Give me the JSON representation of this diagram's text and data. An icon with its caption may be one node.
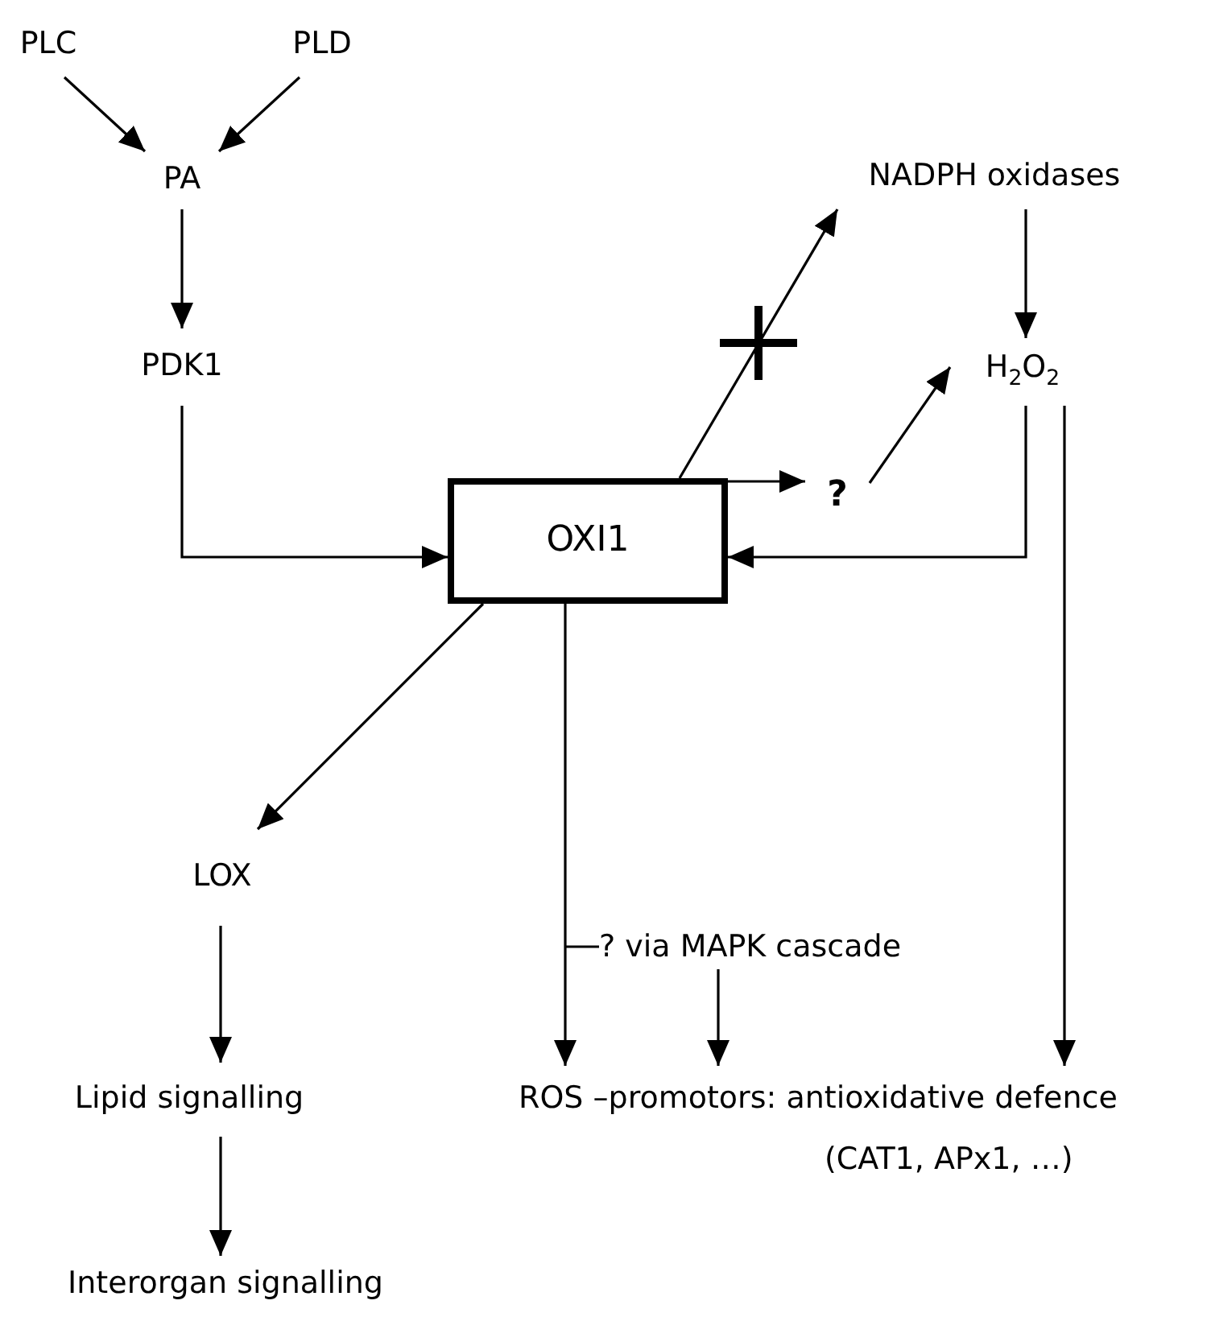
{
  "diagram": {
    "nodes": [
      {
        "text": [
          "PLC"
        ]
      },
      {
        "text": [
          "PLD"
        ]
      },
      {
        "text": [
          "PA"
        ]
      },
      {
        "text": [
          "NADPH oxidases"
        ]
      },
      {
        "text": [
          "PDK1"
        ]
      },
      {
        "text": [
          "H$_{2}$O$_{2}$"
        ]
      },
      {
        "text": [
          "?"
        ]
      },
      {
        "text": [
          "OXI1"
        ]
      },
      {
        "text": [
          "LOX"
        ]
      },
      {
        "text": [
          "? via MAPK cascade"
        ]
      },
      {
        "text": [
          "Lipid signalling"
        ]
      },
      {
        "text": [
          "ROS –promotors: antioxidative defence",
          "(CAT1, APx1, …)"
        ]
      },
      {
        "text": [
          "Interorgan signalling"
        ]
      }
    ],
    "edges": [
      {
        "from": 0,
        "to": 2,
        "arrow": "to"
      },
      {
        "from": 1,
        "to": 2,
        "arrow": "to"
      },
      {
        "from": 2,
        "to": 4,
        "arrow": "to"
      },
      {
        "from": 4,
        "to": 7,
        "arrow": "to"
      },
      {
        "from": 7,
        "to": 3,
        "arrow": "to"
      },
      {
        "from": 3,
        "to": 5,
        "arrow": "to"
      },
      {
        "from": 7,
        "to": 6,
        "arrow": "to"
      },
      {
        "from": 6,
        "to": 5,
        "arrow": "to"
      },
      {
        "from": 5,
        "to": 7,
        "arrow": "to"
      },
      {
        "from": 5,
        "to": 11,
        "arrow": "to"
      },
      {
        "from": 7,
        "to": 8,
        "arrow": "to"
      },
      {
        "from": 7,
        "to": 11,
        "arrow": "to"
      },
      {
        "from": 9,
        "to": 11,
        "arrow": "to"
      },
      {
        "from": 9,
        "to": null,
        "arrow": "none"
      },
      {
        "from": 8,
        "to": 10,
        "arrow": "to"
      },
      {
        "from": 10,
        "to": 12,
        "arrow": "to"
      }
    ]
  }
}
